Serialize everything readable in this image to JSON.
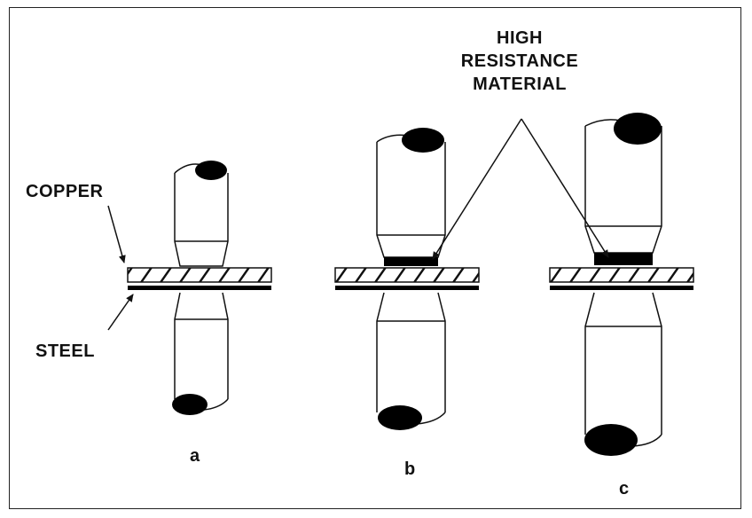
{
  "labels": {
    "copper": "COPPER",
    "steel": "STEEL",
    "high_resistance": [
      "HIGH",
      "RESISTANCE",
      "MATERIAL"
    ],
    "a": "a",
    "b": "b",
    "c": "c"
  },
  "colors": {
    "stroke": "#111111",
    "fill": "#000000",
    "background": "#ffffff"
  }
}
